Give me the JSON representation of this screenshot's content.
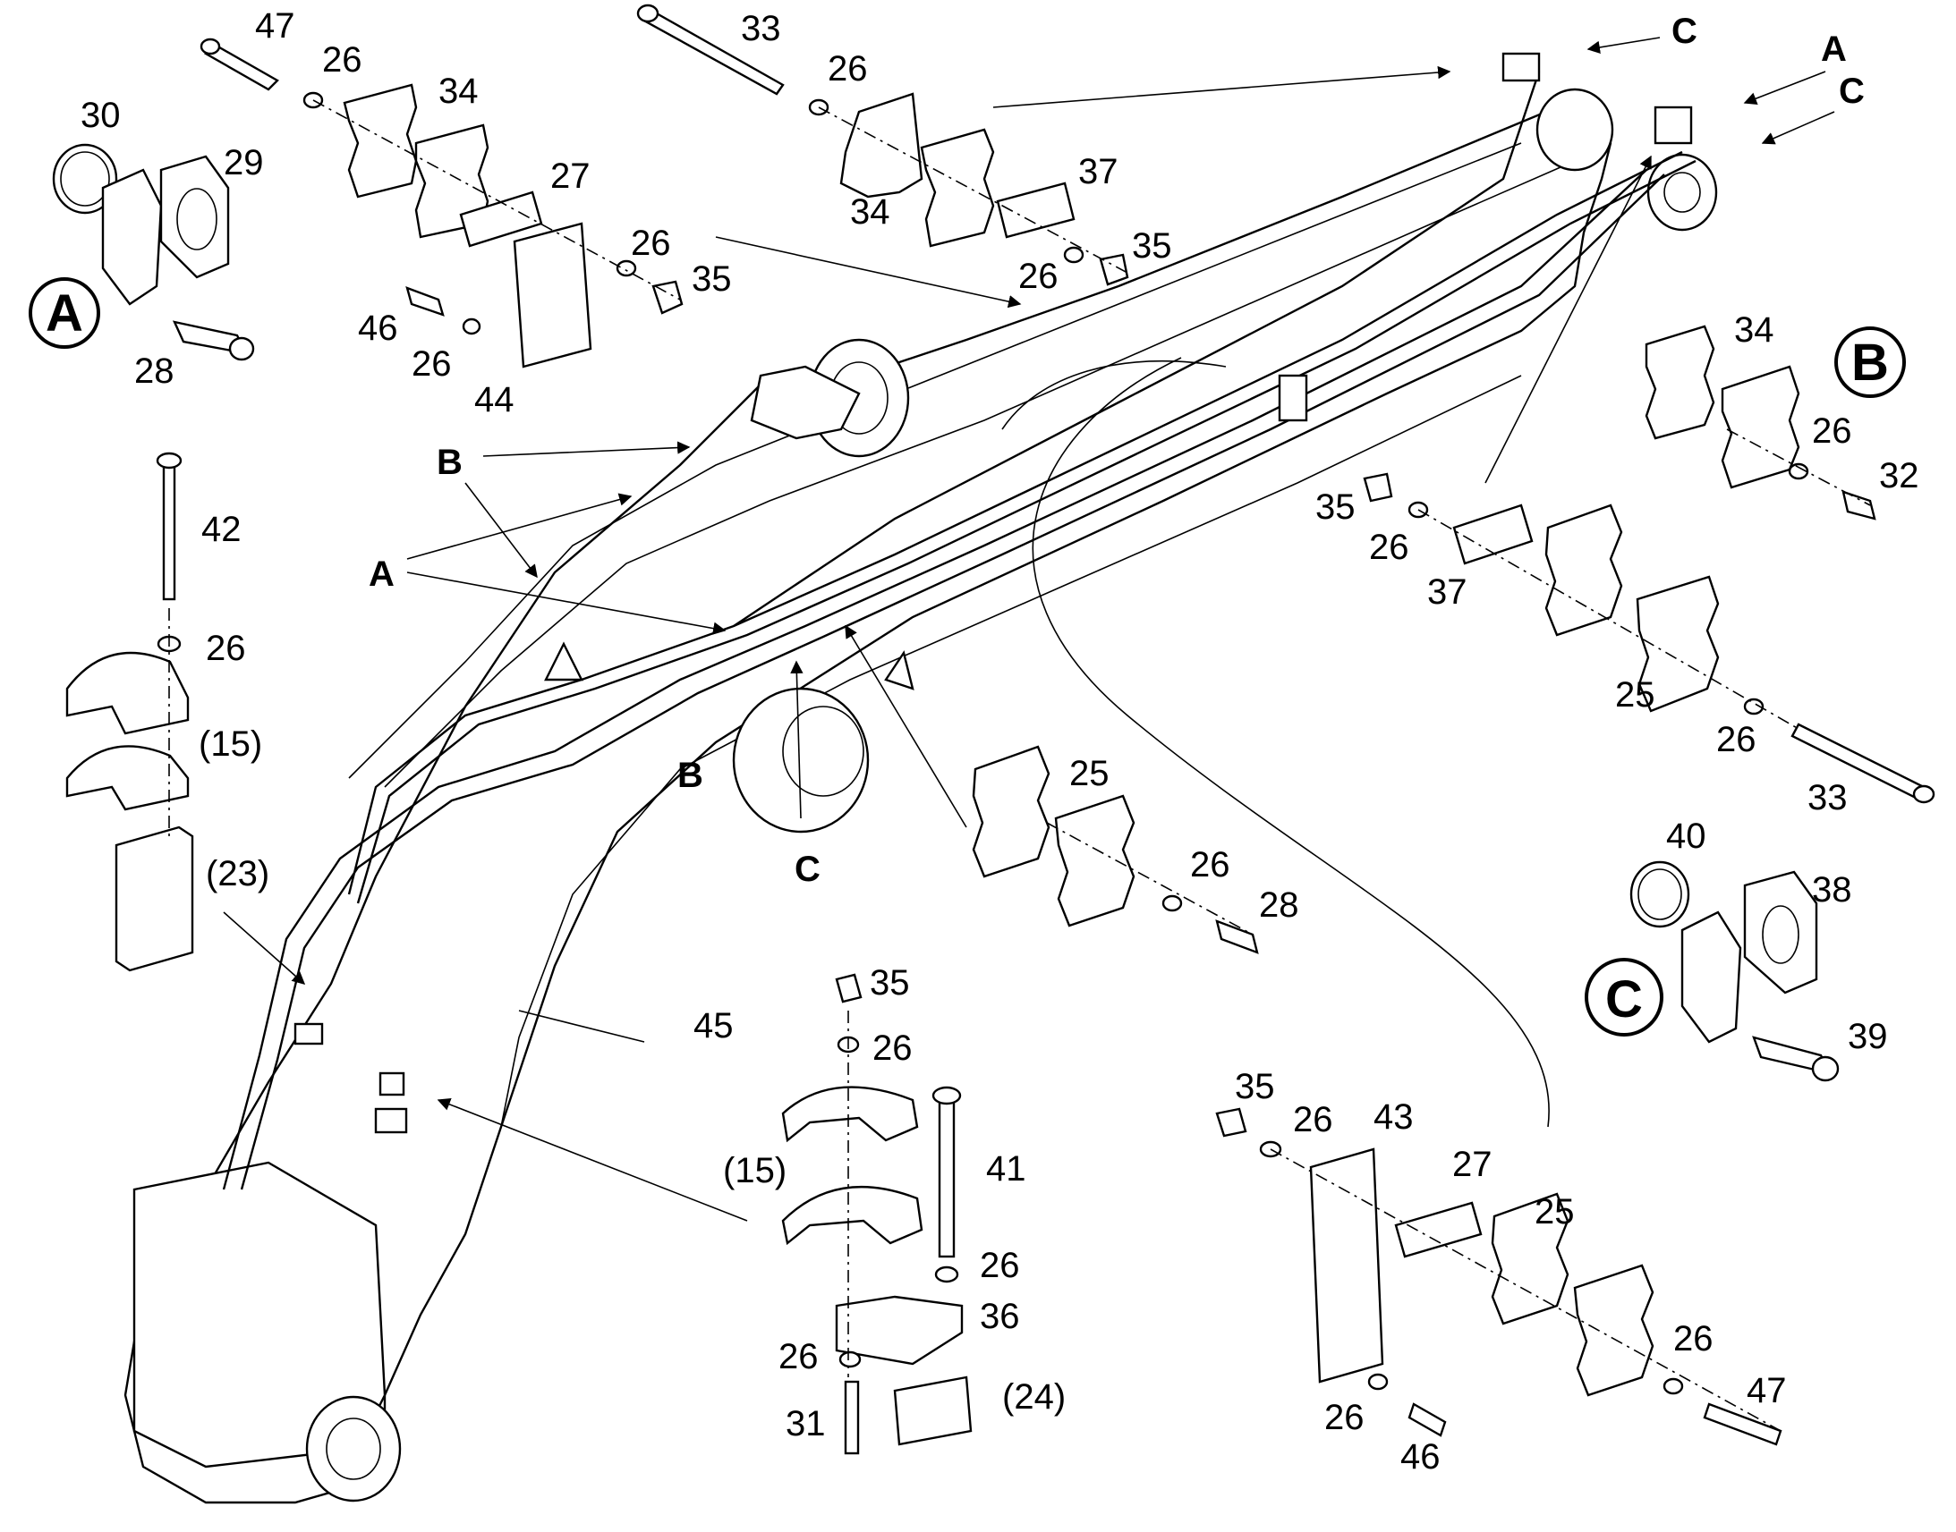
{
  "callout_labels": {
    "l47a": "47",
    "l26a": "26",
    "l34a": "34",
    "l30": "30",
    "l29": "29",
    "l27a": "27",
    "l26b": "26",
    "l35a": "35",
    "l46a": "46",
    "l26c": "26",
    "l44": "44",
    "l28a": "28",
    "l33a": "33",
    "l26d": "26",
    "l34b": "34",
    "l37a": "37",
    "l26e": "26",
    "l35b": "35",
    "l42": "42",
    "l26f": "26",
    "l15a": "(15)",
    "l23": "(23)",
    "l34c": "34",
    "l26g": "26",
    "l32": "32",
    "l35c": "35",
    "l26h": "26",
    "l37b": "37",
    "l25a": "25",
    "l26i": "26",
    "l33b": "33",
    "l25b": "25",
    "l26j": "26",
    "l28b": "28",
    "l40": "40",
    "l38": "38",
    "l39": "39",
    "l45": "45",
    "l35d": "35",
    "l26k": "26",
    "l15b": "(15)",
    "l41": "41",
    "l26l": "26",
    "l36": "36",
    "l26m": "26",
    "l31": "31",
    "l24": "(24)",
    "l35e": "35",
    "l26n": "26",
    "l43": "43",
    "l27b": "27",
    "l25c": "25",
    "l26o": "26",
    "l47b": "47",
    "l26p": "26",
    "l46b": "46"
  },
  "pointer_letters": {
    "pA1": "A",
    "pA2": "A",
    "pB1": "B",
    "pB2": "B",
    "pC1": "C",
    "pC2": "C",
    "pC3": "C"
  },
  "detail_circles": {
    "A": "A",
    "B": "B",
    "C": "C"
  }
}
